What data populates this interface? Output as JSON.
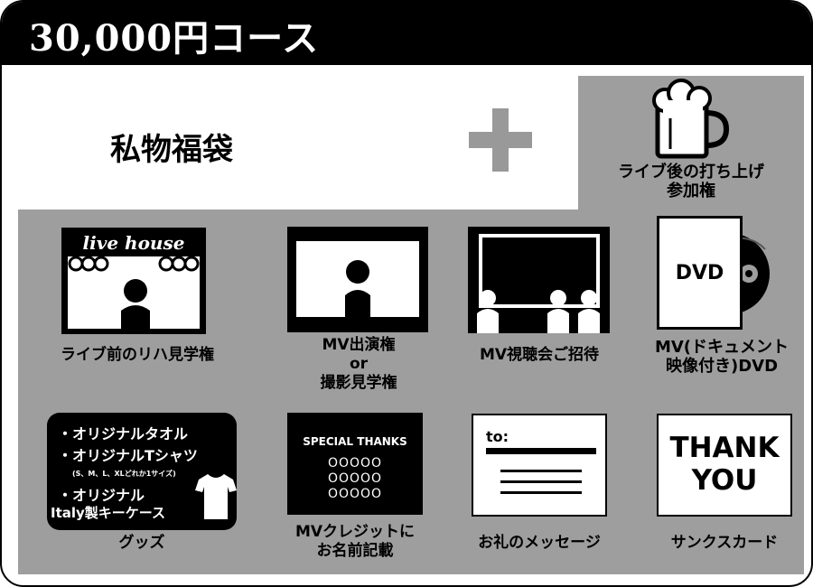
{
  "title": "30,000円コース",
  "main_item": "私物福袋",
  "plus_symbol": "+",
  "party": {
    "label_line1": "ライブ後の打ち上げ",
    "label_line2": "参加権",
    "icon": "beer-mug-icon"
  },
  "items": {
    "rehearsal": {
      "label": "ライブ前のリハ見学権",
      "sign": "live house",
      "icon": "live-house-stage-icon"
    },
    "mv_appearance": {
      "label_line1": "MV出演権",
      "label_line2": "or",
      "label_line3": "撮影見学権",
      "icon": "screen-person-icon"
    },
    "mv_viewing": {
      "label": "MV視聴会ご招待",
      "icon": "screen-audience-icon"
    },
    "dvd": {
      "label_line1": "MV(ドキュメント",
      "label_line2": "映像付き)DVD",
      "case_text": "DVD",
      "icon": "dvd-disc-icon"
    },
    "goods": {
      "label": "グッズ",
      "line1": "・オリジナルタオル",
      "line2": "・オリジナルTシャツ",
      "sizes": "(S、M、L、XLどれか1サイズ)",
      "line3": "・オリジナル",
      "line4": "Italy製キーケース",
      "icon": "tshirt-icon"
    },
    "credit": {
      "label_line1": "MVクレジットに",
      "label_line2": "お名前記載",
      "box_title": "SPECIAL THANKS",
      "row": "OOOOO"
    },
    "message": {
      "label": "お礼のメッセージ",
      "to": "to:",
      "icon": "letter-icon"
    },
    "thanks_card": {
      "label": "サンクスカード",
      "line1": "THANK",
      "line2": "YOU"
    }
  },
  "colors": {
    "title_bar": "#000000",
    "panel_gray": "#9e9e9e",
    "plus_gray": "#999999"
  }
}
